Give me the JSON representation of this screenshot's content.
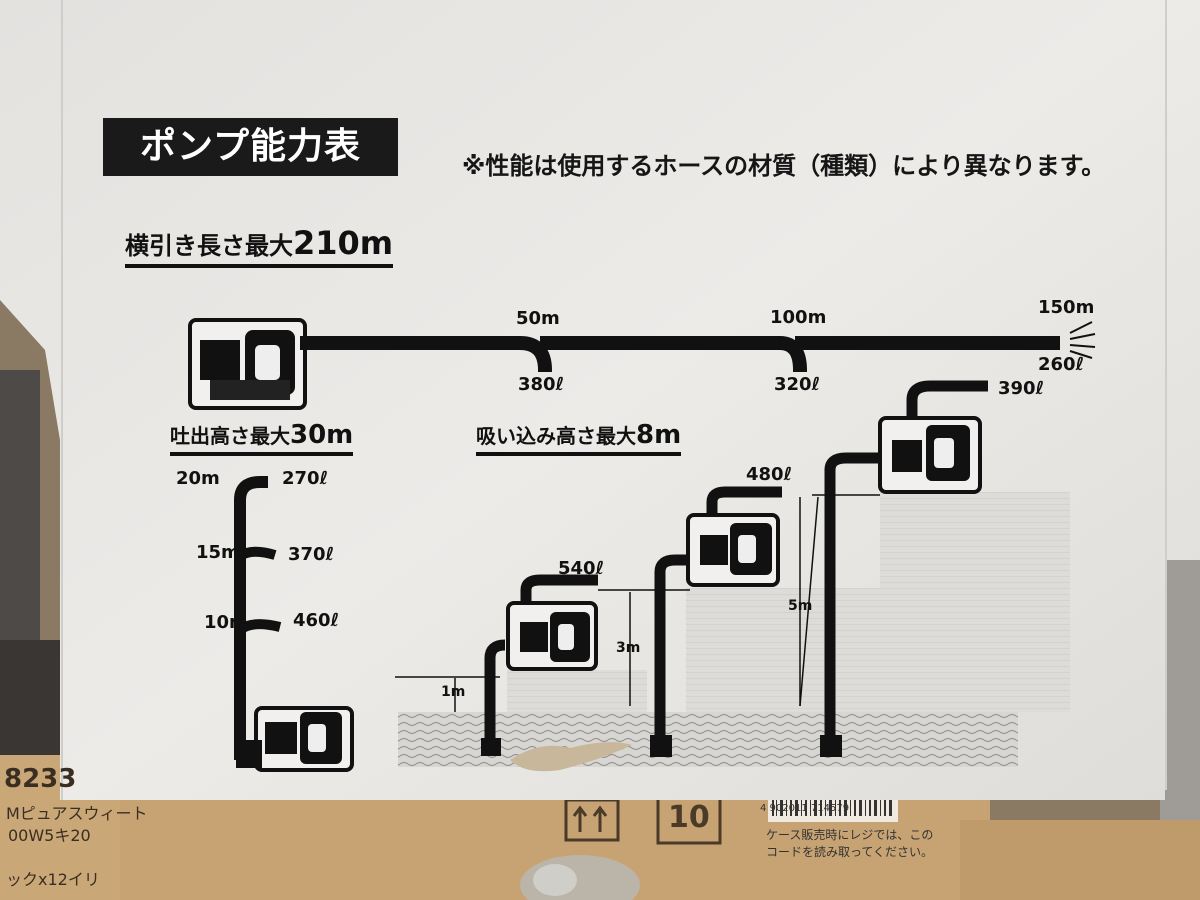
{
  "header": {
    "title": "ポンプ能力表",
    "note": "※性能は使用するホースの材質（種類）により異なります。"
  },
  "horizontal": {
    "label": "横引き長さ最大",
    "max": "210m",
    "points": [
      {
        "distance": "50m",
        "flow": "380ℓ"
      },
      {
        "distance": "100m",
        "flow": "320ℓ"
      },
      {
        "distance": "150m",
        "flow": "260ℓ"
      }
    ]
  },
  "discharge": {
    "label": "吐出高さ最大",
    "max": "30m",
    "points": [
      {
        "height": "20m",
        "flow": "270ℓ"
      },
      {
        "height": "15m",
        "flow": "370ℓ"
      },
      {
        "height": "10m",
        "flow": "460ℓ"
      }
    ]
  },
  "suction": {
    "label": "吸い込み高さ最大",
    "max": "8m",
    "points": [
      {
        "height": "1m",
        "flow": "540ℓ"
      },
      {
        "height": "3m",
        "flow": "480ℓ"
      },
      {
        "height": "5m",
        "flow": "390ℓ"
      }
    ]
  },
  "box_print": {
    "left_code": "8233",
    "left_line1": "Mピュアスウィート",
    "left_line2": "00W5キ20",
    "left_line3": "ックx12イリ",
    "carton_count": "10",
    "barcode_digits": "4 902011 714579",
    "case_note_line1": "ケース販売時にレジでは、この",
    "case_note_line2": "コードを読み取ってください。"
  },
  "colors": {
    "box_face": "#e9e7e4",
    "ink": "#111111",
    "cardboard": "#c7a374",
    "floor": "#8a7a63"
  }
}
